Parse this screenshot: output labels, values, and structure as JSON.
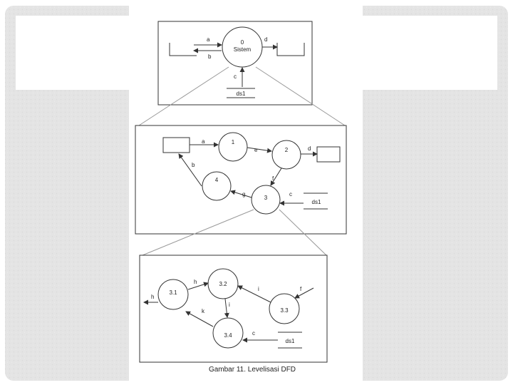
{
  "slide": {
    "caption": "Gambar 11. Levelisasi DFD"
  },
  "level0": {
    "process_number": "0",
    "process_name": "Sistem",
    "flows": {
      "a": "a",
      "b": "b",
      "c": "c",
      "d": "d"
    },
    "store": "ds1"
  },
  "level1": {
    "processes": {
      "p1": "1",
      "p2": "2",
      "p3": "3",
      "p4": "4"
    },
    "flows": {
      "a": "a",
      "b": "b",
      "c": "c",
      "d": "d",
      "e": "e",
      "f": "f",
      "g": "g"
    },
    "store": "ds1"
  },
  "level2": {
    "processes": {
      "p31": "3.1",
      "p32": "3.2",
      "p33": "3.3",
      "p34": "3.4"
    },
    "flows": {
      "h_in": "h",
      "h_out": "h",
      "i1": "i",
      "i2": "i",
      "k": "k",
      "c": "c",
      "f": "f"
    },
    "store": "ds1"
  },
  "colors": {
    "background": "#e6e6e6",
    "panel": "#ffffff",
    "stroke": "#333333",
    "text": "#222222"
  }
}
